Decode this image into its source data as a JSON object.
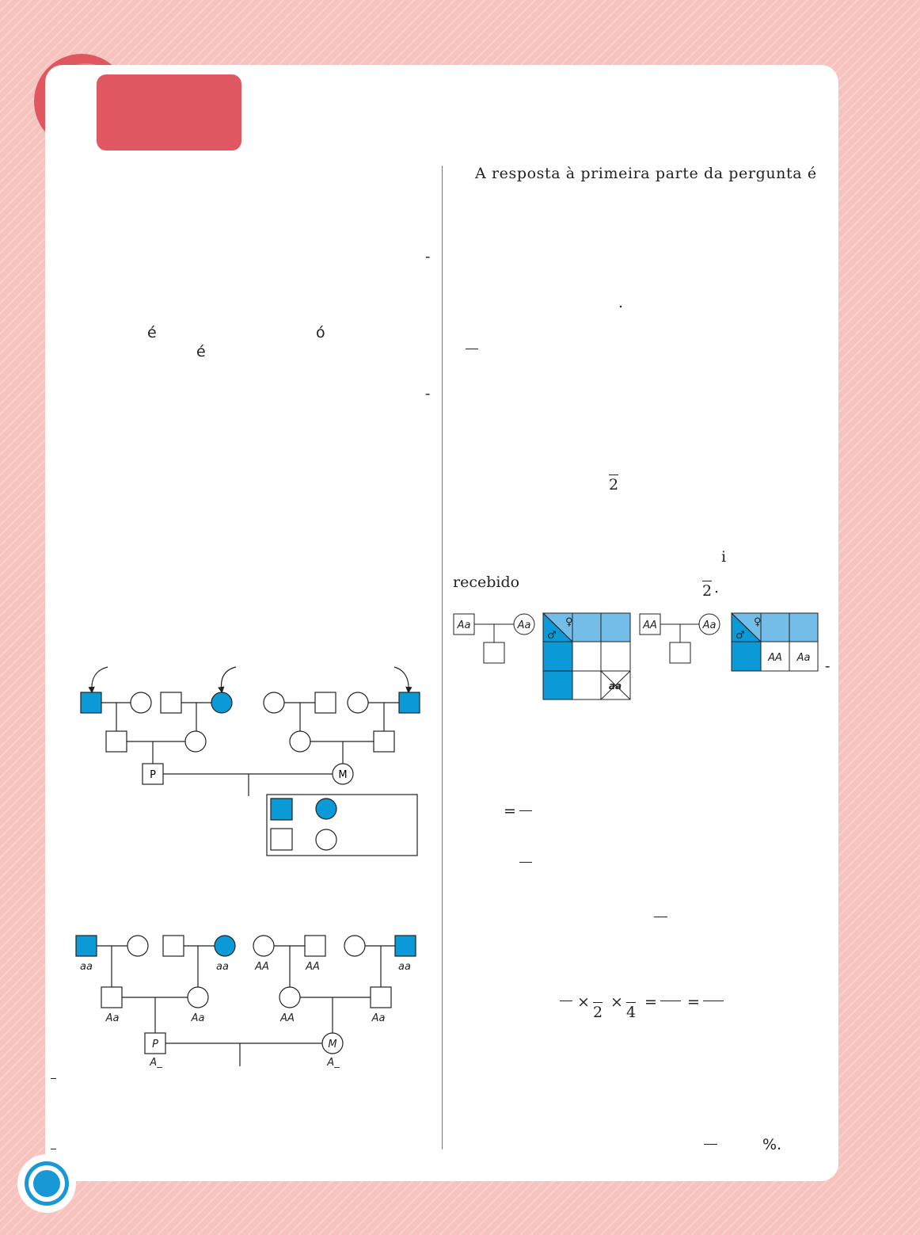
{
  "right_column": {
    "answer_intro": "A resposta à primeira parte da pergunta é",
    "dot_mark": ".",
    "recebido": "recebido",
    "letter_i": "i",
    "frac_half_1": "2",
    "frac_half_2": "2",
    "frac_half_2_tail": ".",
    "equals_frac": "=",
    "percent": "%.",
    "product": {
      "times_1": "×",
      "den_2": "2",
      "times_2": "×",
      "den_4": "4",
      "eq_1": "=",
      "eq_2": "="
    }
  },
  "left_column": {
    "accent_e_1": "é",
    "accent_o": "ó",
    "accent_e_2": "é",
    "hyphen": "-"
  },
  "pedigree_top": {
    "p_label": "P",
    "m_label": "M"
  },
  "pedigree_bottom": {
    "gen1": [
      "aa",
      "aa",
      "AA",
      "AA",
      "aa"
    ],
    "gen2": [
      "Aa",
      "Aa",
      "AA",
      "Aa"
    ],
    "p_label": "P",
    "m_label": "M",
    "p_genotype": "A_",
    "m_genotype": "A_"
  },
  "crosses": {
    "cross_1_father": "Aa",
    "cross_1_mother": "Aa",
    "cross_1_struck_cell": "aa",
    "cross_2_father": "AA",
    "cross_2_mother": "Aa",
    "cross_2_cells": [
      "AA",
      "Aa"
    ],
    "female_symbol": "♀",
    "male_symbol": "♂"
  },
  "colors": {
    "affected_blue": "#0a9ad7",
    "light_blue": "#74bde8",
    "accent_red": "#df5862",
    "background_pink": "#f7c3be"
  }
}
